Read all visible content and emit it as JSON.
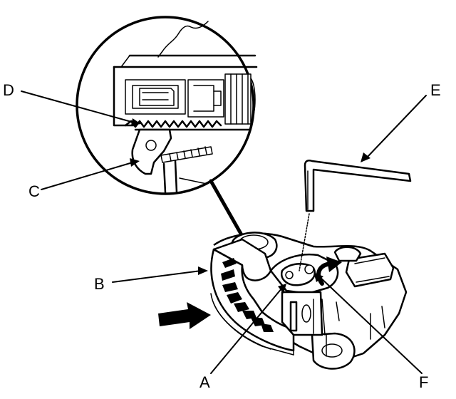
{
  "labels": {
    "a": "A",
    "b": "B",
    "c": "C",
    "d": "D",
    "e": "E",
    "f": "F"
  },
  "icons": {
    "push_arrow": "arrow-right-icon",
    "rotate_arrow": "curved-arrow-icon",
    "hex_key": "hex-wrench-icon"
  }
}
